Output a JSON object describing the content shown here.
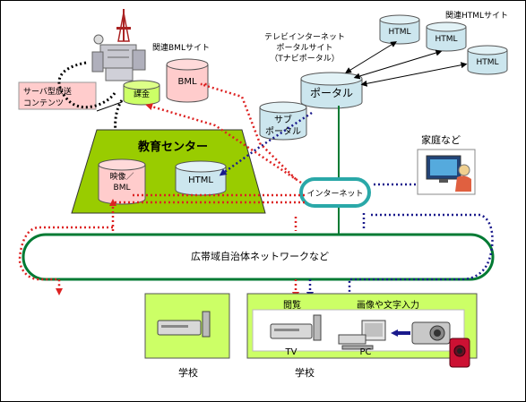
{
  "labels": {
    "related_html_sites": "関連HTMLサイト",
    "related_bml_sites": "関連BMLサイト",
    "tv_internet_portal_line1": "テレビインターネット",
    "tv_internet_portal_line2": "ポータルサイト",
    "tv_internet_portal_line3": "（Tナビポータル）",
    "server_content_line1": "サーバ型放送",
    "server_content_line2": "コンテンツ",
    "billing": "課金",
    "bml": "BML",
    "portal": "ポータル",
    "sub_portal_line1": "サブ",
    "sub_portal_line2": "ポータル",
    "education_center": "教育センター",
    "video_bml_line1": "映像／",
    "video_bml_line2": "BML",
    "html": "HTML",
    "internet": "インターネット",
    "home_etc": "家庭など",
    "wide_area_network": "広帯域自治体ネットワークなど",
    "browse": "閲覧",
    "image_text_input": "画像や文字入力",
    "tv": "TV",
    "pc": "PC",
    "school_left": "学校",
    "school_right": "学校"
  },
  "colors": {
    "lime": "#99cc00",
    "cylinder_pink": "#ffcccc",
    "cylinder_blue": "#cce6ee",
    "network_green": "#007a33",
    "ring_teal": "#2aa8a8",
    "link_red": "#dd2222",
    "link_navy": "#1a1a8c",
    "panel_yellowgreen": "#ccff66"
  }
}
